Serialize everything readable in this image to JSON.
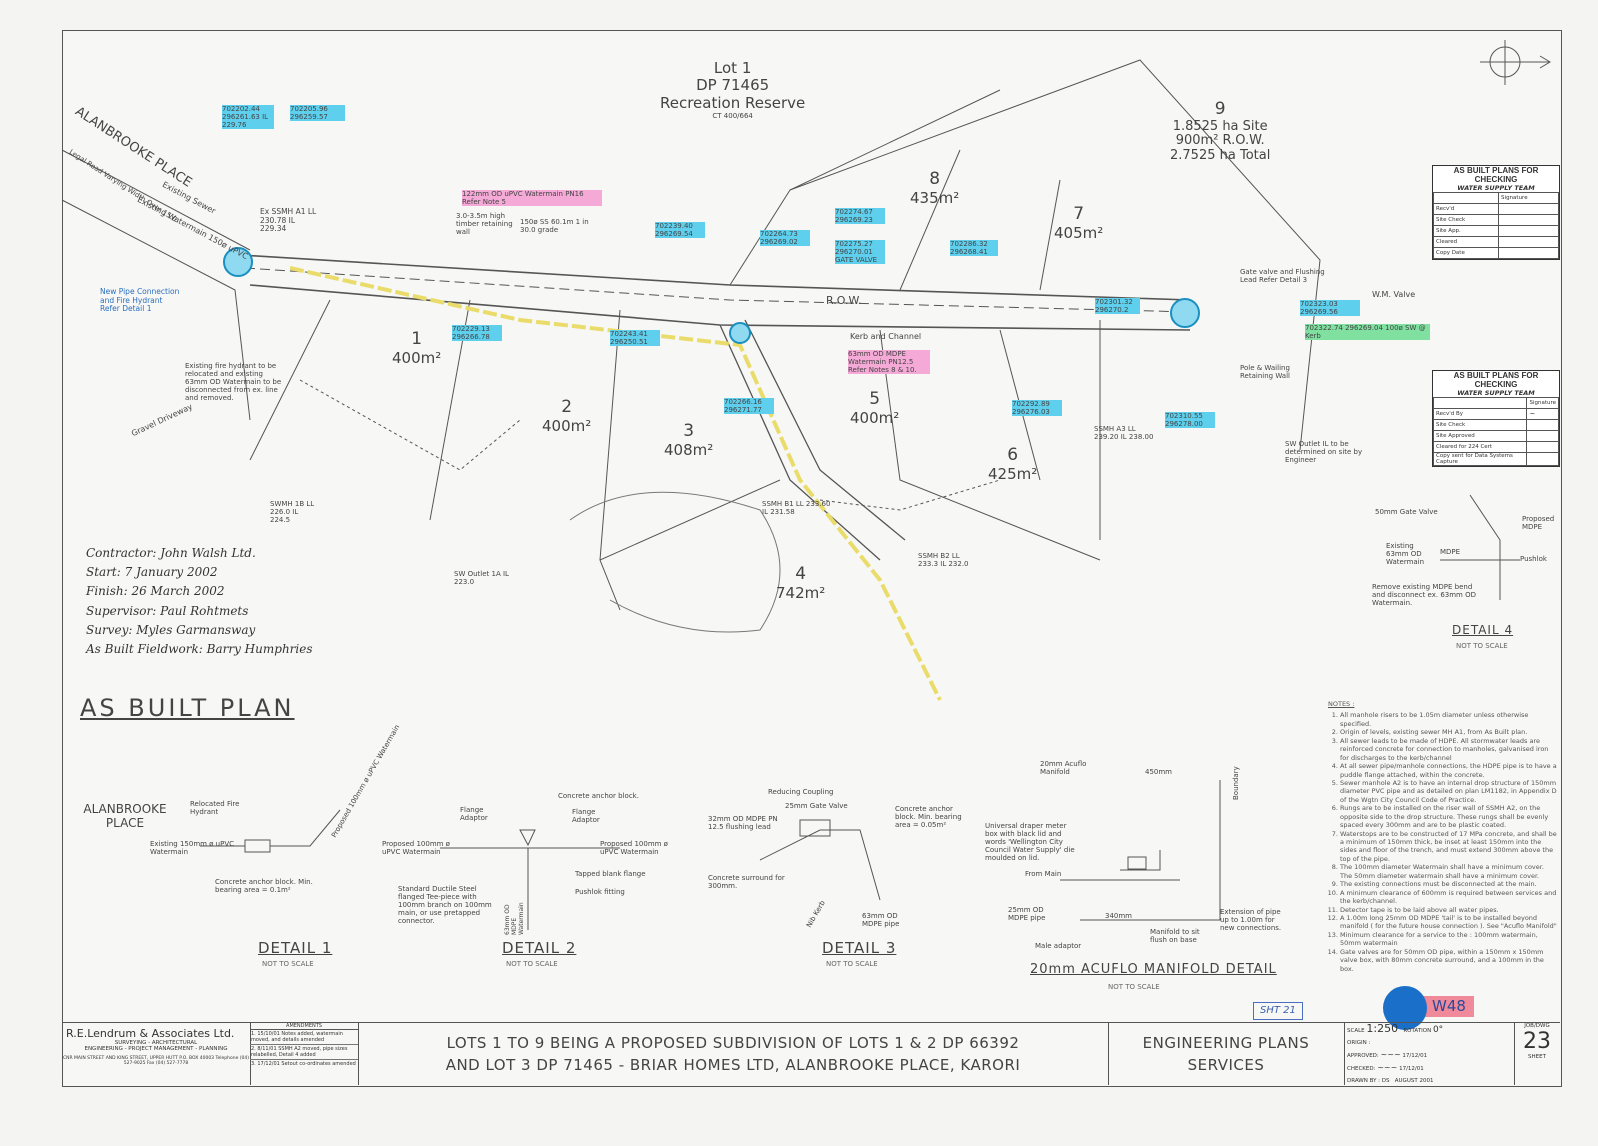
{
  "drawing": {
    "title": "AS BUILT PLAN",
    "street": "ALANBROOKE PLACE",
    "street_sub": "Legal Road Varying Width Over 15.0",
    "reserve": {
      "line1": "Lot 1",
      "line2": "DP 71465",
      "line3": "Recreation Reserve",
      "ct": "CT 400/664"
    },
    "row_label": "R.O.W.",
    "lots": [
      {
        "num": "1",
        "area": "400m²"
      },
      {
        "num": "2",
        "area": "400m²"
      },
      {
        "num": "3",
        "area": "408m²"
      },
      {
        "num": "4",
        "area": "742m²"
      },
      {
        "num": "5",
        "area": "400m²"
      },
      {
        "num": "6",
        "area": "425m²"
      },
      {
        "num": "7",
        "area": "405m²"
      },
      {
        "num": "8",
        "area": "435m²"
      },
      {
        "num": "9",
        "area": "1.8525 ha Site",
        "row": "900m² R.O.W.",
        "total": "2.7525 ha Total"
      }
    ],
    "annotations": {
      "new_pipe": "New Pipe Connection and Fire Hydrant Refer Detail 1",
      "ex_ssmh": "Ex SSMH A1 LL 230.78 IL 229.34",
      "existing_sewer": "Existing Sewer",
      "existing_watermain": "Existing Watermain 150ø uPVC",
      "watermain_note": "122mm OD uPVC Watermain PN16 Refer Note 5",
      "retaining": "3.0-3.5m high timber retaining wall",
      "ss": "150ø SS 60.1m 1 in 30.0 grade",
      "mdpe_note": "63mm OD MDPE Watermain PN12.5 Refer Notes 8 & 10.",
      "fire_hydrant": "Existing fire hydrant to be relocated and existing 63mm OD Watermain to be disconnected from ex. line and removed.",
      "gravel": "Gravel Driveway",
      "gate_valve": "Gate valve and Flushing Lead Refer Detail 3",
      "wm_valve": "W.M. Valve",
      "pole": "Pole & Wailing Retaining Wall",
      "sw_outlet": "SW Outlet IL to be determined on site by Engineer",
      "kerb": "Kerb and Channel",
      "ssmh_b1": "SSMH B1 LL 233.60 IL 231.58",
      "ssmh_b2": "SSMH B2 LL 233.3 IL 232.0",
      "swmh_1b": "SWMH 1B LL 226.0 IL 224.5",
      "sw_outlet_1a": "SW Outlet 1A IL 223.0",
      "ssmh_a3": "SSMH A3 LL 239.20 IL 238.00",
      "coords": [
        {
          "text": "702202.44 296261.63 IL 229.76",
          "hl": "blue"
        },
        {
          "text": "702205.96 296259.57",
          "hl": "blue"
        },
        {
          "text": "702239.40 296269.54",
          "hl": "blue"
        },
        {
          "text": "702274.67 296269.23",
          "hl": "blue"
        },
        {
          "text": "702275.27 296270.01 GATE VALVE",
          "hl": "blue"
        },
        {
          "text": "702264.73 296269.02",
          "hl": "blue"
        },
        {
          "text": "702323.03 296269.56",
          "hl": "blue"
        },
        {
          "text": "702322.74 296269.04 100ø SW @ Kerb",
          "hl": "green"
        },
        {
          "text": "702229.13 296266.78",
          "hl": "blue"
        },
        {
          "text": "702243.41 296250.51",
          "hl": "blue"
        },
        {
          "text": "702266.16 296271.77",
          "hl": "blue"
        },
        {
          "text": "702310.55 296278.00",
          "hl": "blue"
        },
        {
          "text": "702301.32 296270.2",
          "hl": "blue"
        },
        {
          "text": "702286.32 296268.41",
          "hl": "blue"
        },
        {
          "text": "702292.89 296276.03",
          "hl": "blue"
        }
      ]
    },
    "contractor": [
      "Contractor: John Walsh Ltd.",
      "Start: 7 January 2002",
      "Finish: 26 March 2002",
      "Supervisor: Paul Rohtmets",
      "Survey: Myles Garmansway",
      "As Built Fieldwork: Barry Humphries"
    ]
  },
  "details": [
    {
      "title": "DETAIL 1",
      "sub": "NOT TO SCALE",
      "labels": [
        "ALANBROOKE PLACE",
        "Relocated Fire Hydrant",
        "Existing 150mm ø uPVC Watermain",
        "Concrete anchor block. Min. bearing area = 0.1m²",
        "Proposed 100mm ø uPVC Watermain"
      ]
    },
    {
      "title": "DETAIL 2",
      "sub": "NOT TO SCALE",
      "labels": [
        "Flange Adaptor",
        "Concrete anchor block.",
        "Flange Adaptor",
        "Proposed 100mm ø uPVC Watermain",
        "Proposed 100mm ø uPVC Watermain",
        "Tapped blank flange",
        "Pushlok fitting",
        "Standard Ductile Steel flanged Tee-piece with 100mm branch on 100mm main, or use pretapped connector.",
        "63mm OD MDPE Watermain"
      ]
    },
    {
      "title": "DETAIL 3",
      "sub": "NOT TO SCALE",
      "labels": [
        "Reducing Coupling",
        "25mm Gate Valve",
        "32mm OD MDPE PN 12.5 flushing lead",
        "Concrete anchor block. Min. bearing area = 0.05m²",
        "Concrete surround for 300mm.",
        "Nib Kerb",
        "63mm OD MDPE pipe"
      ]
    },
    {
      "title": "DETAIL 4",
      "sub": "NOT TO SCALE",
      "labels": [
        "50mm Gate Valve",
        "Proposed MDPE",
        "Existing 63mm OD Watermain",
        "MDPE",
        "Pushlok",
        "Remove existing MDPE bend and disconnect ex. 63mm OD Watermain."
      ]
    },
    {
      "title": "20mm ACUFLO MANIFOLD DETAIL",
      "sub": "NOT TO SCALE",
      "labels": [
        "20mm Acuflo Manifold",
        "Universal draper meter box with black lid and words 'Wellington City Council Water Supply' die moulded on lid.",
        "From Main",
        "25mm OD MDPE pipe",
        "Male adaptor",
        "Manifold to sit flush on base",
        "Extension of pipe up to 1.00m for new connections.",
        "450mm",
        "340mm",
        "Boundary"
      ]
    }
  ],
  "notes": {
    "heading": "NOTES :",
    "items": [
      "All manhole risers to be 1.05m diameter unless otherwise specified.",
      "Origin of levels, existing sewer MH A1, from As Built plan.",
      "All sewer leads to be made of HDPE. All stormwater leads are reinforced concrete for connection to manholes, galvanised iron for discharges to the kerb/channel",
      "At all sewer pipe/manhole connections, the HDPE pipe is to have a puddle flange attached, within the concrete.",
      "Sewer manhole A2 is to have an internal drop structure of 150mm diameter PVC pipe and as detailed on plan LM1182, in Appendix D of the Wgtn City Council Code of Practice.",
      "Rungs are to be installed on the riser wall of SSMH A2, on the opposite side to the drop structure. These rungs shall be evenly spaced every 300mm and are to be plastic coated.",
      "Waterstops are to be constructed of 17 MPa concrete, and shall be a minimum of 150mm thick, be inset at least 150mm into the sides and floor of the trench, and must extend 300mm above the top of the pipe.",
      "The 100mm diameter Watermain shall have a minimum cover. The 50mm diameter watermain shall have a minimum cover.",
      "The existing connections must be disconnected at the main.",
      "A minimum clearance of 600mm is required between services and the kerb/channel.",
      "Detector tape is to be laid above all water pipes.",
      "A 1.00m long 25mm OD MDPE 'tail' is to be installed beyond manifold ( for the future house connection ). See \"Acuflo Manifold\"",
      "Minimum clearance for a service to the : 100mm watermain, 50mm watermain",
      "Gate valves are for 50mm OD pipe, within a 150mm x 150mm valve box, with 80mm concrete surround, and a 100mm in the box."
    ]
  },
  "stamps": [
    {
      "title": "AS BUILT PLANS FOR CHECKING",
      "sub": "WATER SUPPLY TEAM",
      "col": "Signature",
      "rows": [
        "Recv'd",
        "Site Check",
        "Site App.",
        "Cleared",
        "Copy Date"
      ]
    },
    {
      "title": "AS BUILT PLANS FOR CHECKING",
      "sub": "WATER SUPPLY TEAM",
      "col": "Signature",
      "rows": [
        "Recv'd By",
        "Site Check",
        "Site Approved",
        "Cleared for 224 Cert",
        "Copy sent for Data Systems Capture"
      ]
    }
  ],
  "markup": {
    "sheet_ref": "SHT 21",
    "tag": "W48",
    "tag_color": "#f08a9a",
    "dot_color": "#1a6fc9"
  },
  "title_block": {
    "firm": "R.E.Lendrum & Associates Ltd.",
    "firm_line1": "SURVEYING - ARCHITECTURAL",
    "firm_line2": "ENGINEERING - PROJECT MANAGEMENT - PLANNING",
    "firm_address": "CNR MAIN STREET AND KING STREET, UPPER HUTT P.O. BOX 40003 Telephone (04) 527-9025 Fax (04) 527-7778",
    "amendments_heading": "AMENDMENTS",
    "amendments": [
      "1. 15/10/01 Notes added, watermain moved, and details amended",
      "2. 8/11/01 SSMH A2 moved, pipe sizes relabelled, Detail 4 added",
      "3. 17/12/01 Setout co-ordinates amended"
    ],
    "project_line1": "LOTS 1 TO 9 BEING A PROPOSED SUBDIVISION OF LOTS 1 & 2 DP 66392",
    "project_line2": "AND LOT 3 DP 71465 - BRIAR HOMES LTD, ALANBROOKE PLACE, KARORI",
    "plan_type_line1": "ENGINEERING PLANS",
    "plan_type_line2": "SERVICES",
    "scale_label": "SCALE",
    "scale": "1:250",
    "rotation_label": "ROTATION",
    "rotation": "0°",
    "origin_label": "ORIGIN :",
    "approved_label": "APPROVED:",
    "approved_date": "17/12/01",
    "checked_label": "CHECKED:",
    "checked_date": "17/12/01",
    "drawn_label": "DRAWN BY :",
    "drawn_by": "DS",
    "drawn_date": "AUGUST 2001",
    "job_label": "JOB/DWG",
    "sheet_no": "23",
    "sheet_label": "SHEET"
  }
}
